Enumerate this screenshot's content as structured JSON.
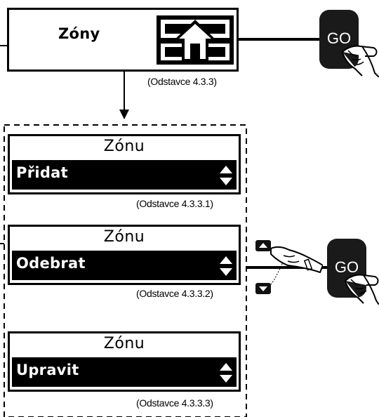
{
  "top_menu": {
    "title": "Zóny",
    "icon": "home-icon",
    "reference": "(Odstavce 4.3.3)"
  },
  "submenu_header": "Zónu",
  "submenus": [
    {
      "option": "Přidat",
      "reference": "(Odstavce 4.3.3.1)"
    },
    {
      "option": "Odebrat",
      "reference": "(Odstavce 4.3.3.2)"
    },
    {
      "option": "Upravit",
      "reference": "(Odstavce 4.3.3.3)"
    }
  ],
  "go_button_label": "GO",
  "colors": {
    "lcd_background": "#ffffff",
    "selection_bar": "#000000",
    "button": "#1a1a1a"
  }
}
